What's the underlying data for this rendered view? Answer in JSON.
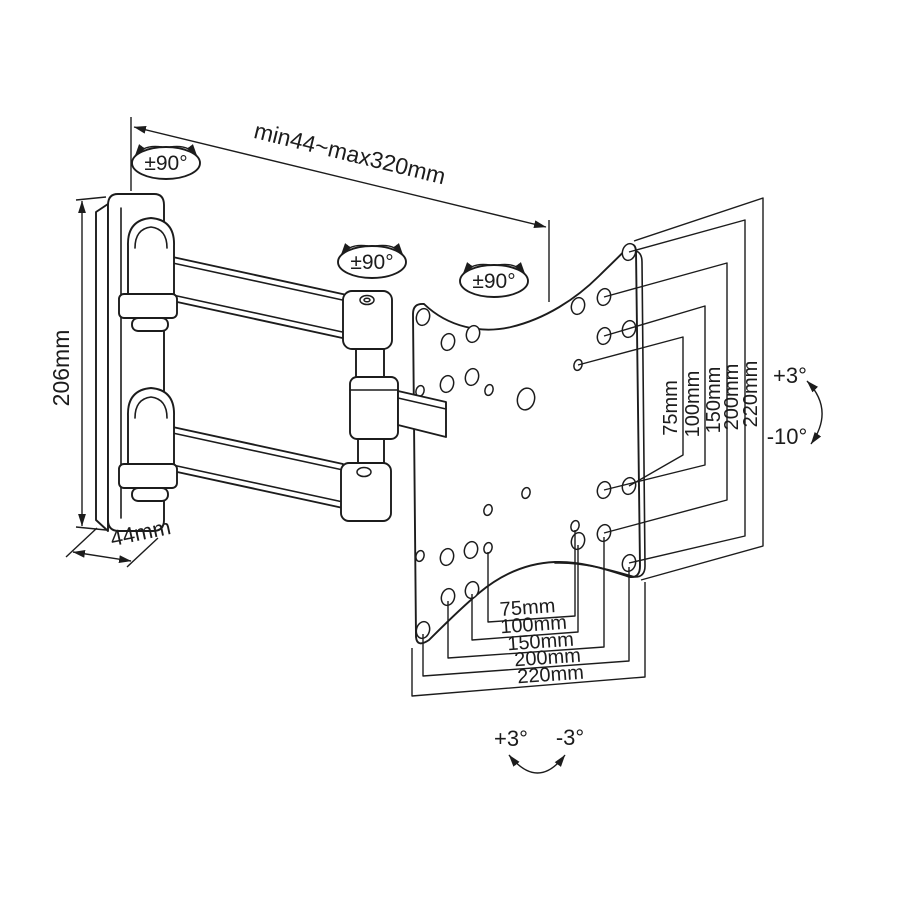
{
  "drawing": {
    "subject": "articulating TV wall mount bracket technical drawing",
    "colors": {
      "line": "#1c1c1c",
      "background": "#ffffff"
    }
  },
  "dimensions": {
    "extension_range": "min44~max320mm",
    "wall_plate_height": "206mm",
    "wall_plate_depth": "44mm"
  },
  "angles": {
    "swivel_wall": "±90°",
    "swivel_arm": "±90°",
    "swivel_plate": "±90°",
    "tilt_up": "+3°",
    "tilt_down": "-10°",
    "level_plus": "+3°",
    "level_minus": "-3°"
  },
  "vesa": {
    "vertical_spacings": [
      "75mm",
      "100mm",
      "150mm",
      "200mm",
      "220mm"
    ],
    "horizontal_spacings": [
      "75mm",
      "100mm",
      "150mm",
      "200mm",
      "220mm"
    ]
  }
}
